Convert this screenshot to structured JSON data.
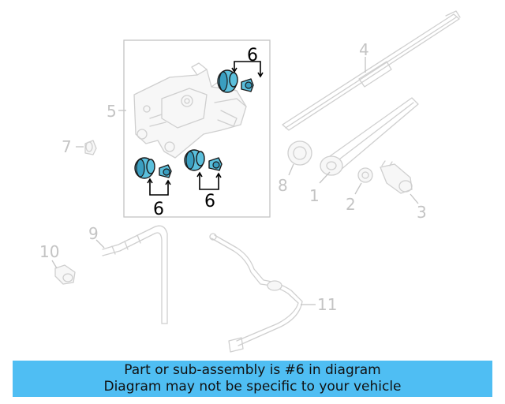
{
  "callouts": {
    "c1": "1",
    "c2": "2",
    "c3": "3",
    "c4": "4",
    "c5": "5",
    "c6a": "6",
    "c6b": "6",
    "c6c": "6",
    "c7": "7",
    "c8": "8",
    "c9": "9",
    "c10": "10",
    "c11": "11"
  },
  "highlighted_part": "6",
  "colors": {
    "highlight": "#5bbfdc",
    "banner": "#4fbef3",
    "faded_part": "#cfcfcf"
  },
  "banner": {
    "line1": "Part or sub-assembly is #6 in diagram",
    "line2": "Diagram may not be specific to your vehicle"
  }
}
